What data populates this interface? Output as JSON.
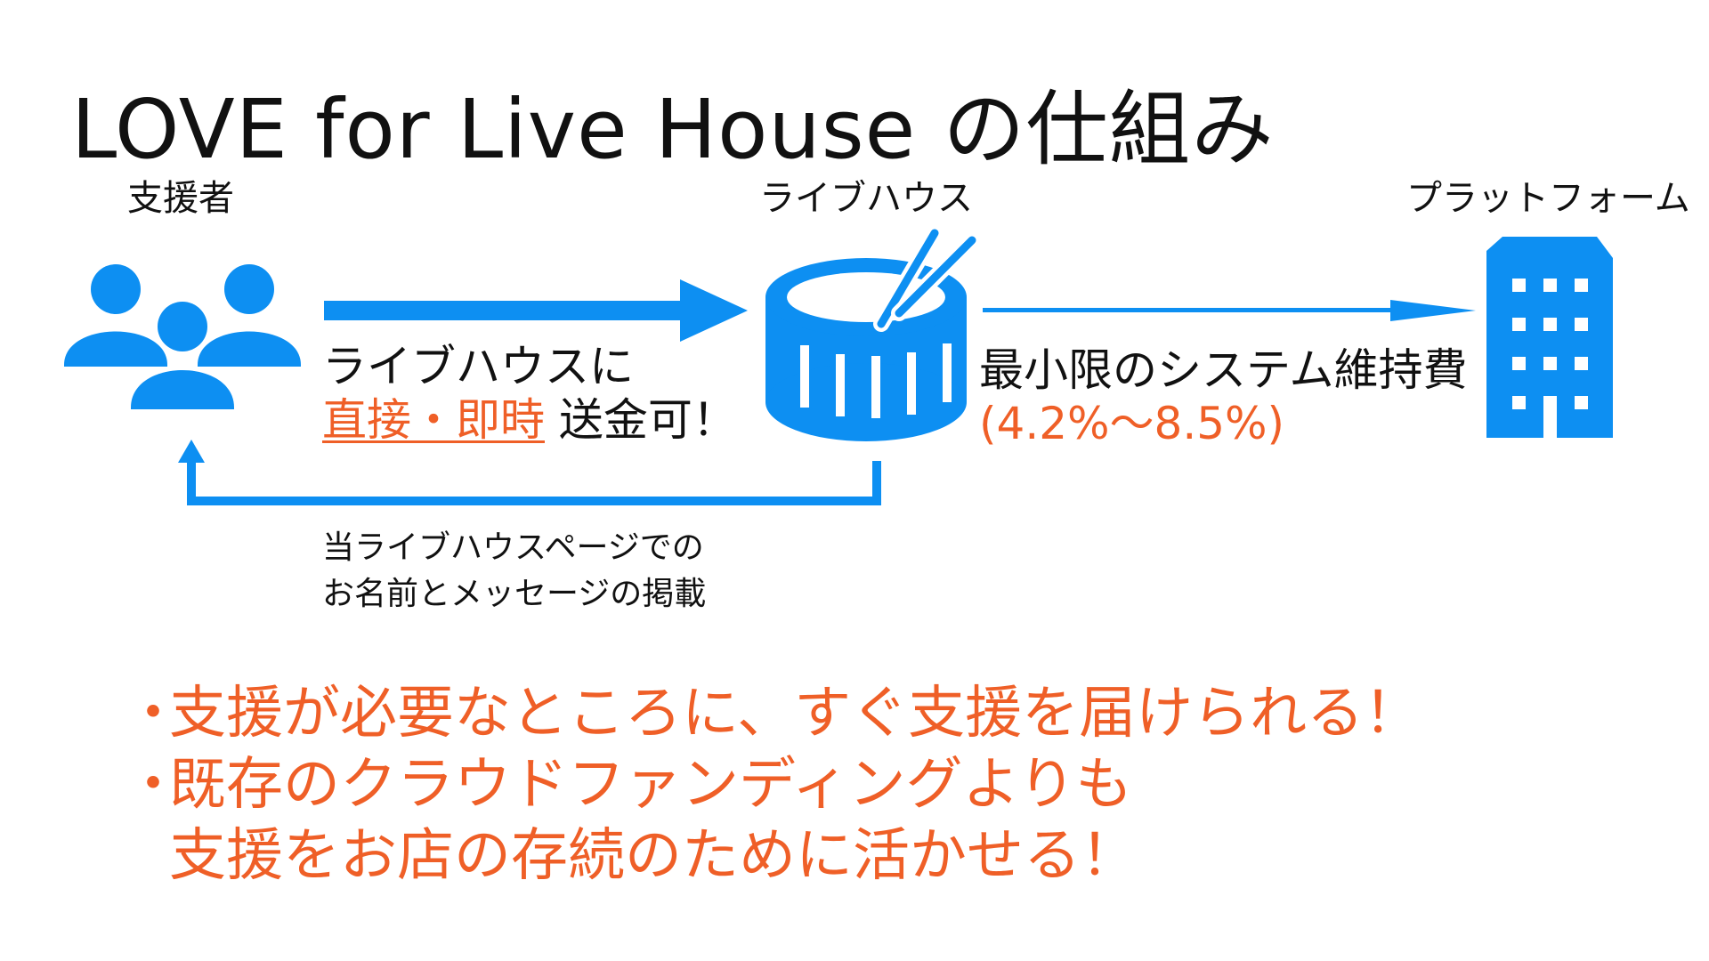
{
  "title": "LOVE for Live House の仕組み",
  "nodes": {
    "supporter": "支援者",
    "livehouse": "ライブハウス",
    "platform": "プラットフォーム"
  },
  "flows": {
    "send_line1": "ライブハウスに",
    "send_highlight": "直接・即時",
    "send_suffix": "送金可！",
    "fee_label": "最小限のシステム維持費",
    "fee_rate": "(4.2%〜8.5%)",
    "message_line1": "当ライブハウスページでの",
    "message_line2": "お名前とメッセージの掲載"
  },
  "benefits": {
    "bullet": "・",
    "item1": "支援が必要なところに、すぐ支援を届けられる！",
    "item2_line1": "既存のクラウドファンディングよりも",
    "item2_line2": "支援をお店の存続のために活かせる！"
  },
  "colors": {
    "icon_blue": "#0d8ff2",
    "accent_orange": "#ef5f27",
    "text": "#111111"
  },
  "icons": [
    "people-icon",
    "drum-icon",
    "building-icon"
  ]
}
